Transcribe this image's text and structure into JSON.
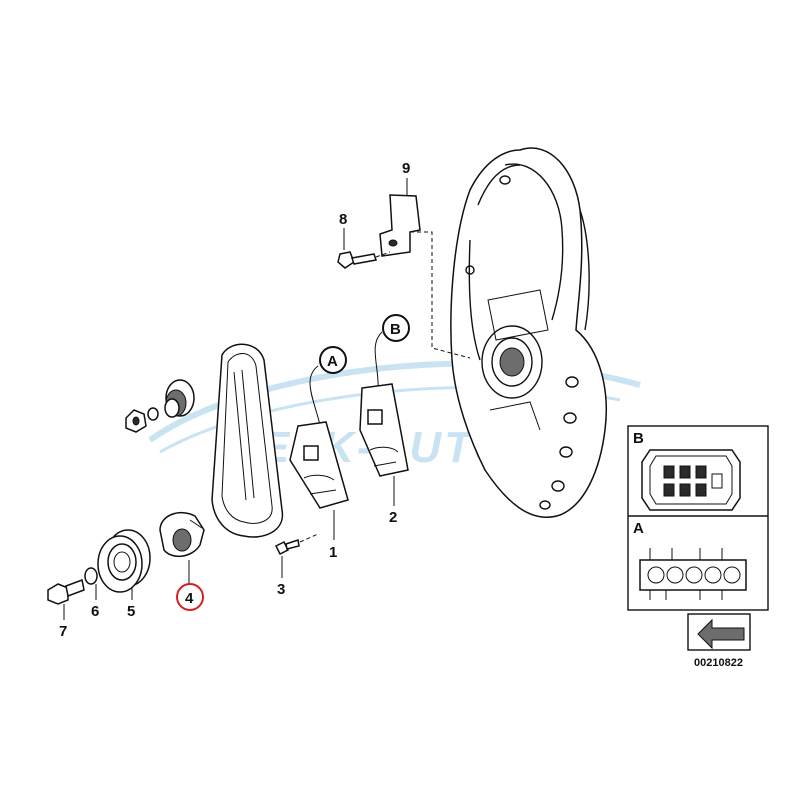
{
  "callouts": {
    "p1": "1",
    "p2": "2",
    "p3": "3",
    "p4": "4",
    "p5": "5",
    "p6": "6",
    "p7": "7",
    "p8": "8",
    "p9": "9"
  },
  "connectors": {
    "a_label": "A",
    "b_label": "B",
    "inset_a_label": "A",
    "inset_b_label": "B"
  },
  "watermark": "ETK-AUTO.EU",
  "diagram_code": "00210822",
  "colors": {
    "highlight_circle": "#d42020",
    "watermark": "#9ecde8"
  },
  "icons": {
    "return_arrow": "arrow-down-left-icon"
  }
}
